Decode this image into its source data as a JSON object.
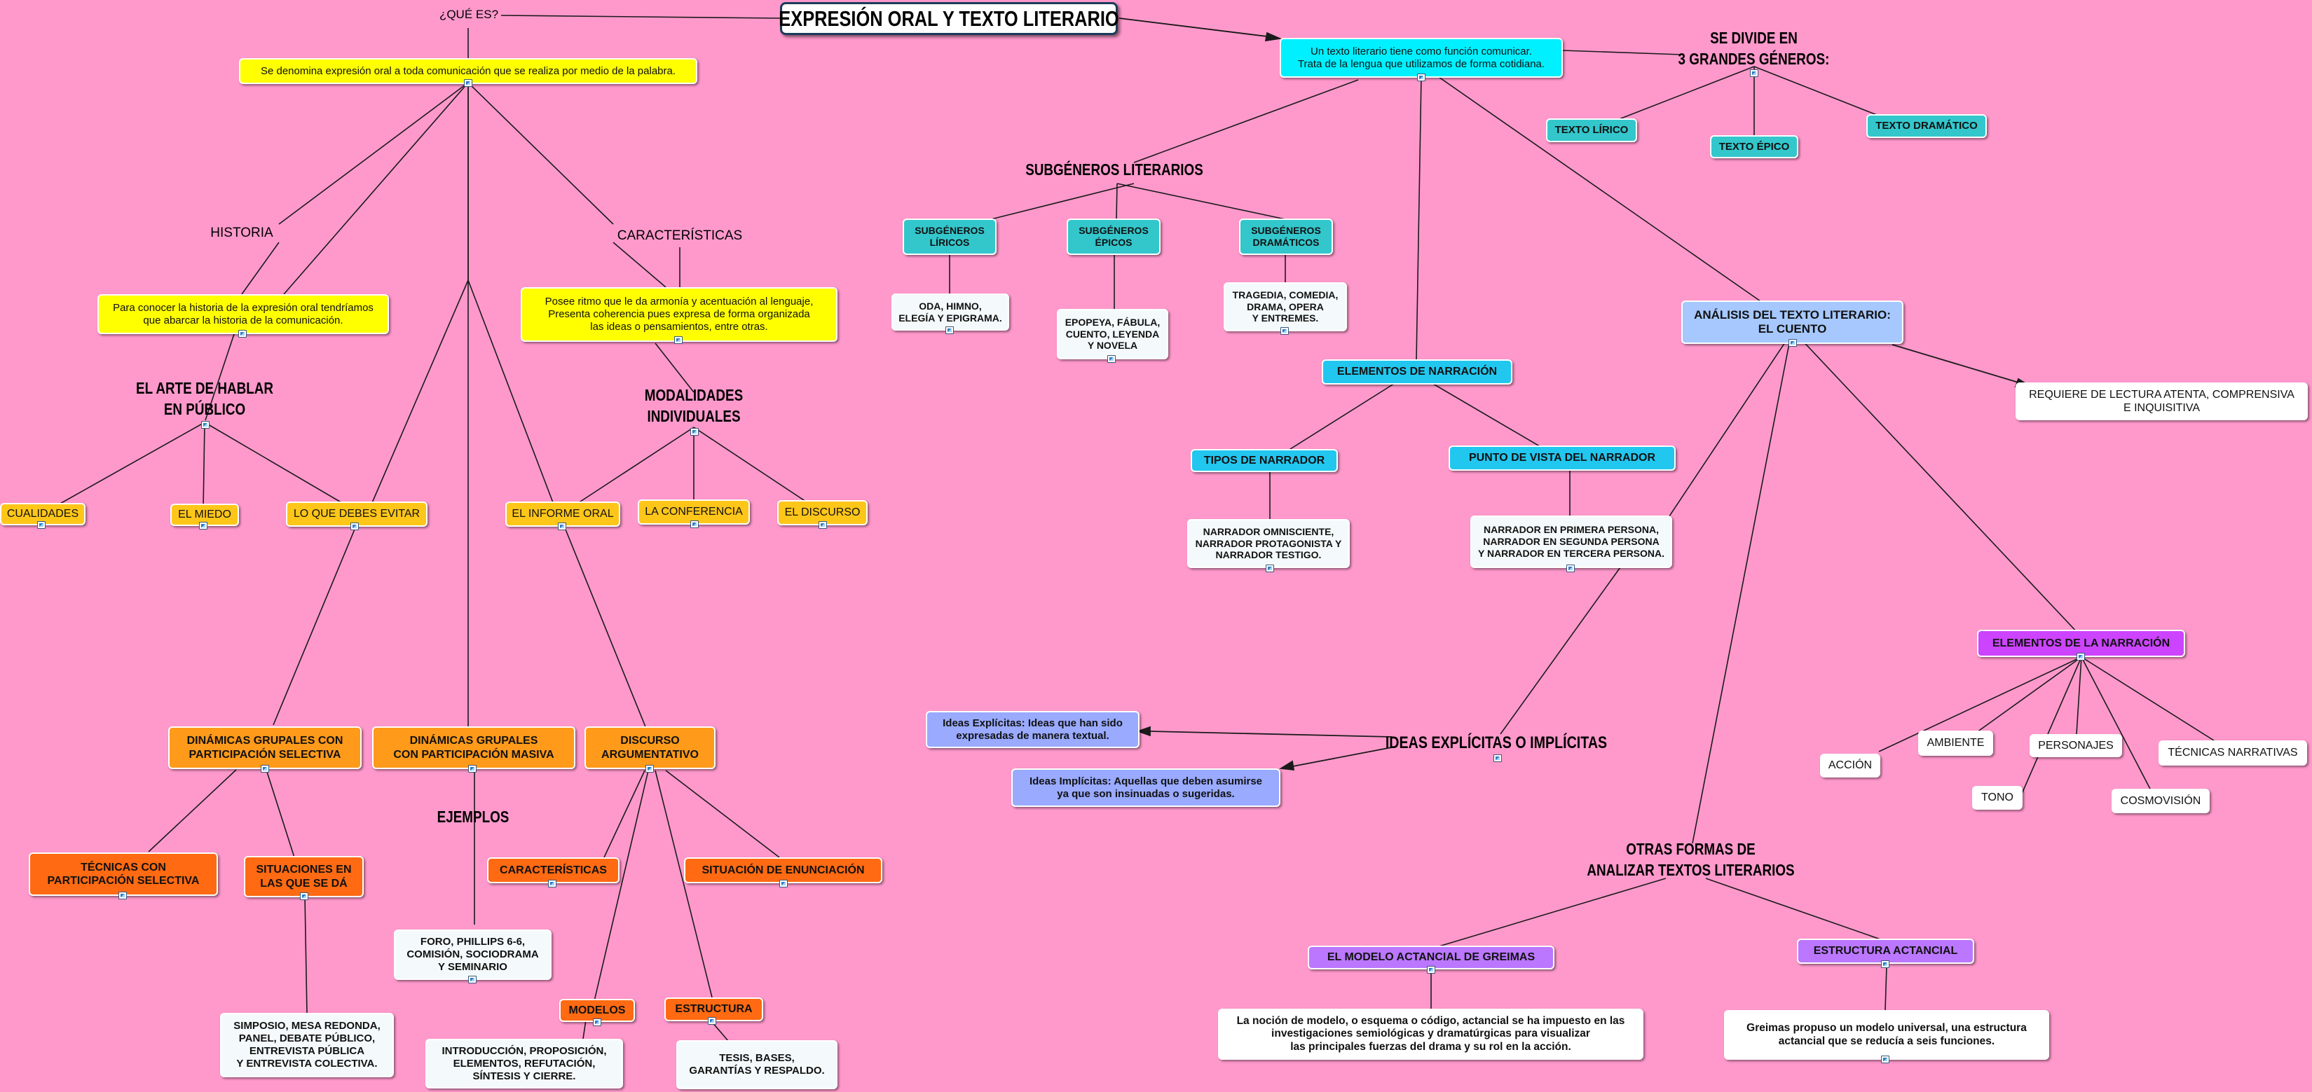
{
  "title": "EXPRESIÓN ORAL Y TEXTO LITERARIO",
  "labels": {
    "que_es": "¿QUÉ ES?",
    "historia": "HISTORIA",
    "caracteristicas": "CARACTERÍSTICAS",
    "arte_hablar": "EL ARTE DE HABLAR\nEN PÚBLICO",
    "modalidades": "MODALIDADES\nINDIVIDUALES",
    "ejemplos": "EJEMPLOS",
    "se_divide": "SE DIVIDE EN\n3 GRANDES GÉNEROS:",
    "subgeneros": "SUBGÉNEROS LITERARIOS",
    "ideas": "IDEAS EXPLÍCITAS O IMPLÍCITAS",
    "otras_formas": "OTRAS FORMAS DE\nANALIZAR TEXTOS LITERARIOS"
  },
  "oral": {
    "definicion": "Se denomina expresión oral a toda comunicación que se realiza por medio de la palabra.",
    "historia_texto": "Para conocer la historia de la expresión oral tendríamos\nque abarcar la historia de la comunicación.",
    "caracteristicas_texto": "Posee ritmo que le da armonía y acentuación al lenguaje,\nPresenta coherencia pues expresa de forma organizada\nlas ideas o pensamientos, entre otras.",
    "cualidades": "CUALIDADES",
    "miedo": "EL MIEDO",
    "evitar": "LO QUE DEBES EVITAR",
    "informe": "EL INFORME ORAL",
    "conferencia": "LA CONFERENCIA",
    "discurso": "EL DISCURSO",
    "dinamicas_selectiva": "DINÁMICAS GRUPALES CON\nPARTICIPACIÓN SELECTIVA",
    "dinamicas_masiva": "DINÁMICAS GRUPALES\nCON PARTICIPACIÓN MASIVA",
    "discurso_argumentativo": "DISCURSO\nARGUMENTATIVO",
    "tecnicas_selectiva": "TÉCNICAS CON\nPARTICIPACIÓN SELECTIVA",
    "situaciones": "SITUACIONES EN\nLAS QUE SE DÁ",
    "caracteristicas_arg": "CARACTERÍSTICAS",
    "situacion_enunciacion": "SITUACIÓN DE ENUNCIACIÓN",
    "ejemplos_texto": "FORO, PHILLIPS 6-6,\nCOMISIÓN, SOCIODRAMA\nY SEMINARIO",
    "simposio": "SIMPOSIO, MESA REDONDA,\nPANEL, DEBATE PÚBLICO,\nENTREVISTA PÚBLICA\nY ENTREVISTA COLECTIVA.",
    "modelos": "MODELOS",
    "estructura": "ESTRUCTURA",
    "introduccion": "INTRODUCCIÓN, PROPOSICIÓN,\nELEMENTOS, REFUTACIÓN,\nSÍNTESIS Y CIERRE.",
    "tesis": "TESIS, BASES,\nGARANTÍAS Y RESPALDO."
  },
  "literario": {
    "definicion": "Un texto literario tiene como función comunicar.\nTrata de la lengua que utilizamos de forma cotidiana.",
    "lirico": "TEXTO LÍRICO",
    "epico": "TEXTO ÉPICO",
    "dramatico": "TEXTO DRAMÁTICO",
    "sub_liricos": "SUBGÉNEROS\nLÍRICOS",
    "sub_epicos": "SUBGÉNEROS\nÉPICOS",
    "sub_dramaticos": "SUBGÉNEROS\nDRAMÁTICOS",
    "oda": "ODA, HIMNO,\nELEGÍA Y EPIGRAMA.",
    "epopeya": "EPOPEYA, FÁBULA,\nCUENTO, LEYENDA\nY NOVELA",
    "tragedia": "TRAGEDIA, COMEDIA,\nDRAMA, OPERA\nY ENTREMES.",
    "elementos_narracion": "ELEMENTOS DE NARRACIÓN",
    "tipos_narrador": "TIPOS DE NARRADOR",
    "punto_vista": "PUNTO DE VISTA DEL NARRADOR",
    "omnisciente": "NARRADOR OMNISCIENTE,\nNARRADOR PROTAGONISTA Y\nNARRADOR TESTIGO.",
    "primera_persona": "NARRADOR EN PRIMERA PERSONA,\nNARRADOR EN SEGUNDA PERSONA\nY NARRADOR EN TERCERA PERSONA.",
    "analisis": "ANÁLISIS DEL TEXTO LITERARIO:\nEL CUENTO",
    "requiere": "REQUIERE DE LECTURA ATENTA, COMPRENSIVA\nE INQUISITIVA",
    "explicitas": "Ideas Explícitas: Ideas que han sido\nexpresadas de manera textual.",
    "implicitas": "Ideas Implícitas: Aquellas que deben asumirse\nya que son insinuadas o sugeridas.",
    "elementos_de_la_narracion": "ELEMENTOS DE LA NARRACIÓN",
    "accion": "ACCIÓN",
    "ambiente": "AMBIENTE",
    "personajes": "PERSONAJES",
    "tecnicas_narrativas": "TÉCNICAS NARRATIVAS",
    "tono": "TONO",
    "cosmovision": "COSMOVISIÓN",
    "greimas": "EL MODELO ACTANCIAL DE GREIMAS",
    "estructura_actancial": "ESTRUCTURA ACTANCIAL",
    "nocion": "La noción de modelo, o esquema o código, actancial se ha  impuesto en las\ninvestigaciones semiológicas y dramatúrgicas para visualizar\nlas principales fuerzas del drama y su rol en la acción.",
    "greimas_propuso": "Greimas propuso un modelo universal, una estructura\nactancial que se reducía a seis funciones."
  },
  "colors": {
    "background": "#ff99cc",
    "yellow": "#ffff00",
    "gold": "#ffc61a",
    "orange": "#ff9a1a",
    "dark_orange": "#ff6a12",
    "teal": "#33c7cc",
    "cyan": "#00f0ff",
    "blue": "#22c7f0",
    "light_blue": "#a6c8ff",
    "purple": "#cc44ff",
    "periwinkle": "#99aaff"
  }
}
